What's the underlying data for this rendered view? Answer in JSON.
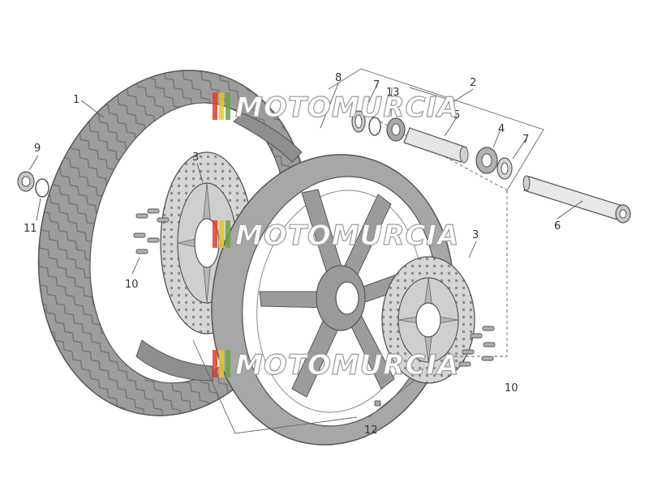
{
  "diagram": {
    "type": "exploded-parts-view",
    "colors": {
      "tire": "#9a9a9a",
      "rim": "#a8a8a8",
      "disc": "#d4d4d4",
      "line": "#555555",
      "wm_red": "#e53b2c",
      "wm_green": "#63a83c",
      "wm_yellow": "#f0c419"
    },
    "callouts": {
      "c1": "1",
      "c2": "2",
      "c3a": "3",
      "c3b": "3",
      "c4": "4",
      "c5": "5",
      "c6": "6",
      "c7a": "7",
      "c7b": "7",
      "c8": "8",
      "c9": "9",
      "c10a": "10",
      "c10b": "10",
      "c11": "11",
      "c12": "12",
      "c13": "13"
    }
  },
  "watermark": {
    "text": "MOTOMURCIA"
  }
}
